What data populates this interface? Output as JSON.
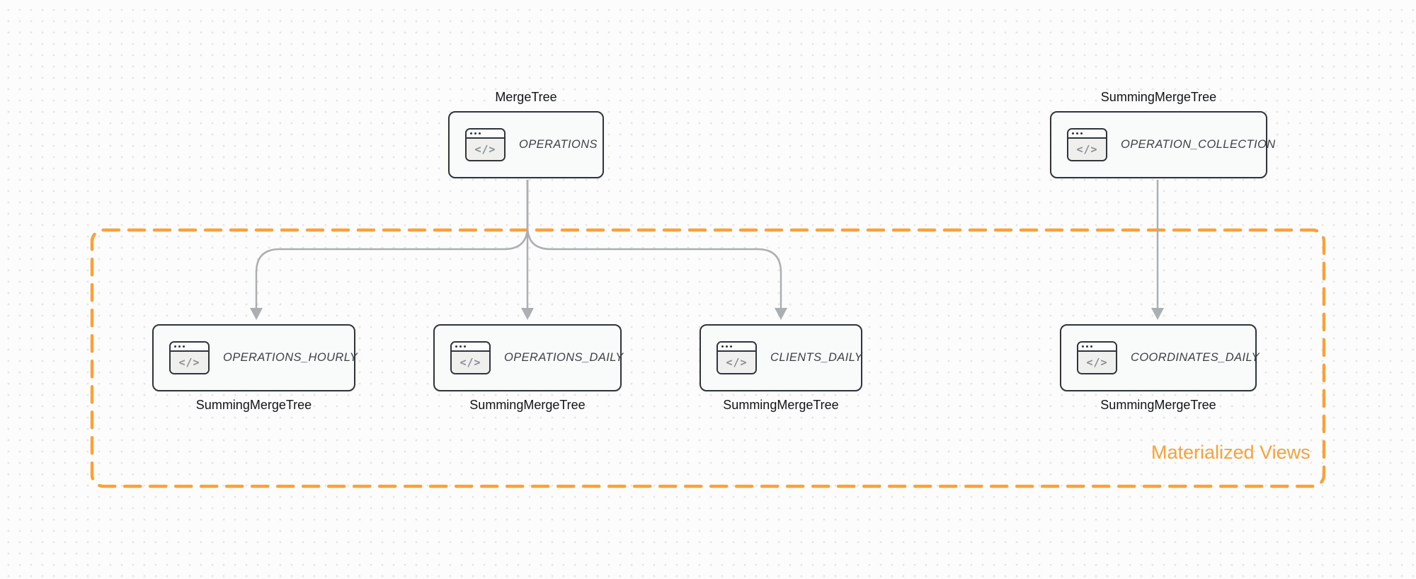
{
  "canvas": {
    "background": "#FCFCFC",
    "dot_color": "#E6E6E6"
  },
  "colors": {
    "accent_orange": "#F9A13A",
    "node_border": "#2F353A",
    "node_fill": "#F9FAFA",
    "arrow_gray": "#ACAFB1",
    "engine_label_text": "#111417",
    "node_name_text": "#3D4247"
  },
  "icon_glyph": "</>",
  "group": {
    "label": "Materialized Views"
  },
  "nodes": [
    {
      "id": "operations",
      "name": "OPERATIONS",
      "engine_label": "MergeTree",
      "label_position": "top"
    },
    {
      "id": "operation-collection",
      "name": "OPERATION_COLLECTION",
      "engine_label": "SummingMergeTree",
      "label_position": "top"
    },
    {
      "id": "operations-hourly",
      "name": "OPERATIONS_HOURLY",
      "engine_label": "SummingMergeTree",
      "label_position": "bottom"
    },
    {
      "id": "operations-daily",
      "name": "OPERATIONS_DAILY",
      "engine_label": "SummingMergeTree",
      "label_position": "bottom"
    },
    {
      "id": "clients-daily",
      "name": "CLIENTS_DAILY",
      "engine_label": "SummingMergeTree",
      "label_position": "bottom"
    },
    {
      "id": "coordinates-daily",
      "name": "COORDINATES_DAILY",
      "engine_label": "SummingMergeTree",
      "label_position": "bottom"
    }
  ],
  "edges": [
    {
      "from": "OPERATIONS",
      "to": "OPERATIONS_HOURLY"
    },
    {
      "from": "OPERATIONS",
      "to": "OPERATIONS_DAILY"
    },
    {
      "from": "OPERATIONS",
      "to": "CLIENTS_DAILY"
    },
    {
      "from": "OPERATION_COLLECTION",
      "to": "COORDINATES_DAILY"
    }
  ]
}
